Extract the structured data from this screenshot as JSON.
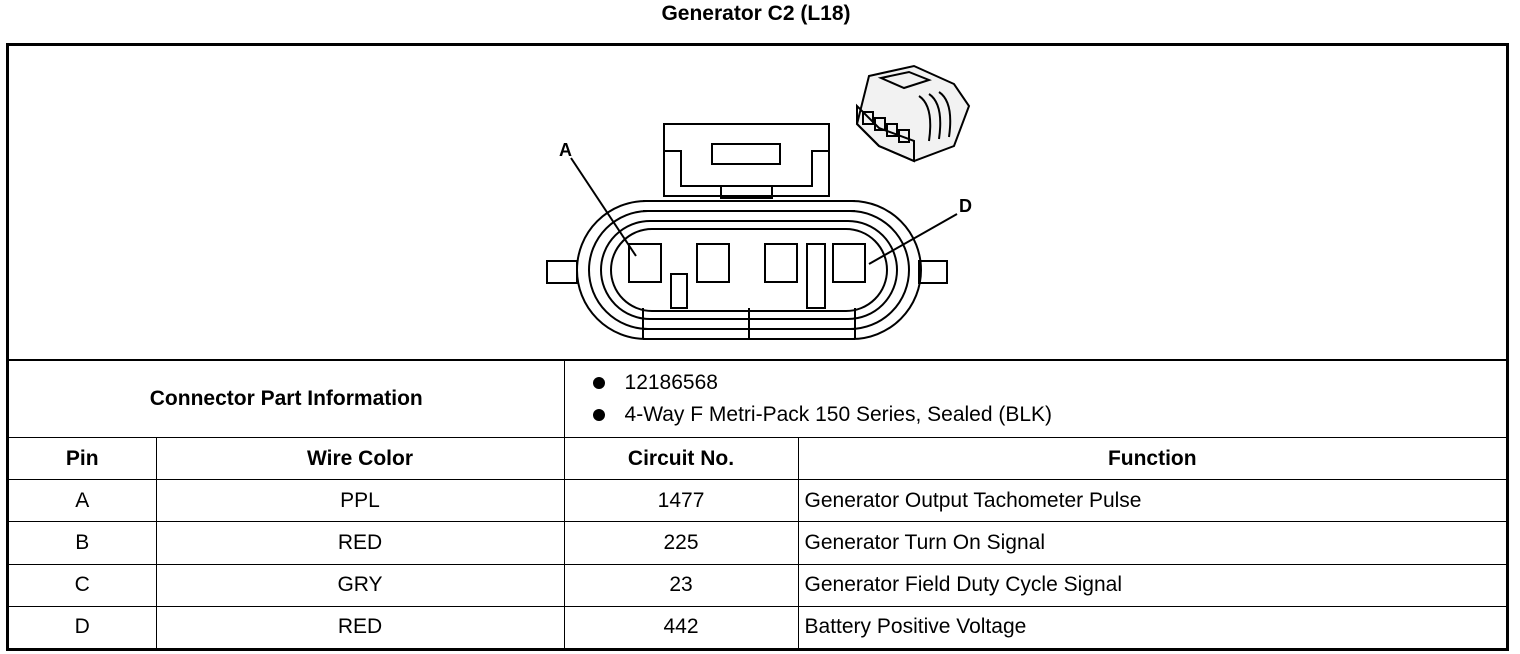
{
  "title": "Generator C2 (L18)",
  "diagram": {
    "pin_labels": [
      "A",
      "D"
    ]
  },
  "info": {
    "label": "Connector Part Information",
    "items": [
      "12186568",
      "4-Way F Metri-Pack 150 Series, Sealed (BLK)"
    ]
  },
  "table": {
    "headers": [
      "Pin",
      "Wire Color",
      "Circuit No.",
      "Function"
    ],
    "rows": [
      {
        "pin": "A",
        "color": "PPL",
        "circuit": "1477",
        "function": "Generator Output Tachometer Pulse"
      },
      {
        "pin": "B",
        "color": "RED",
        "circuit": "225",
        "function": "Generator Turn On Signal"
      },
      {
        "pin": "C",
        "color": "GRY",
        "circuit": "23",
        "function": "Generator Field Duty Cycle Signal"
      },
      {
        "pin": "D",
        "color": "RED",
        "circuit": "442",
        "function": "Battery Positive Voltage"
      }
    ]
  }
}
